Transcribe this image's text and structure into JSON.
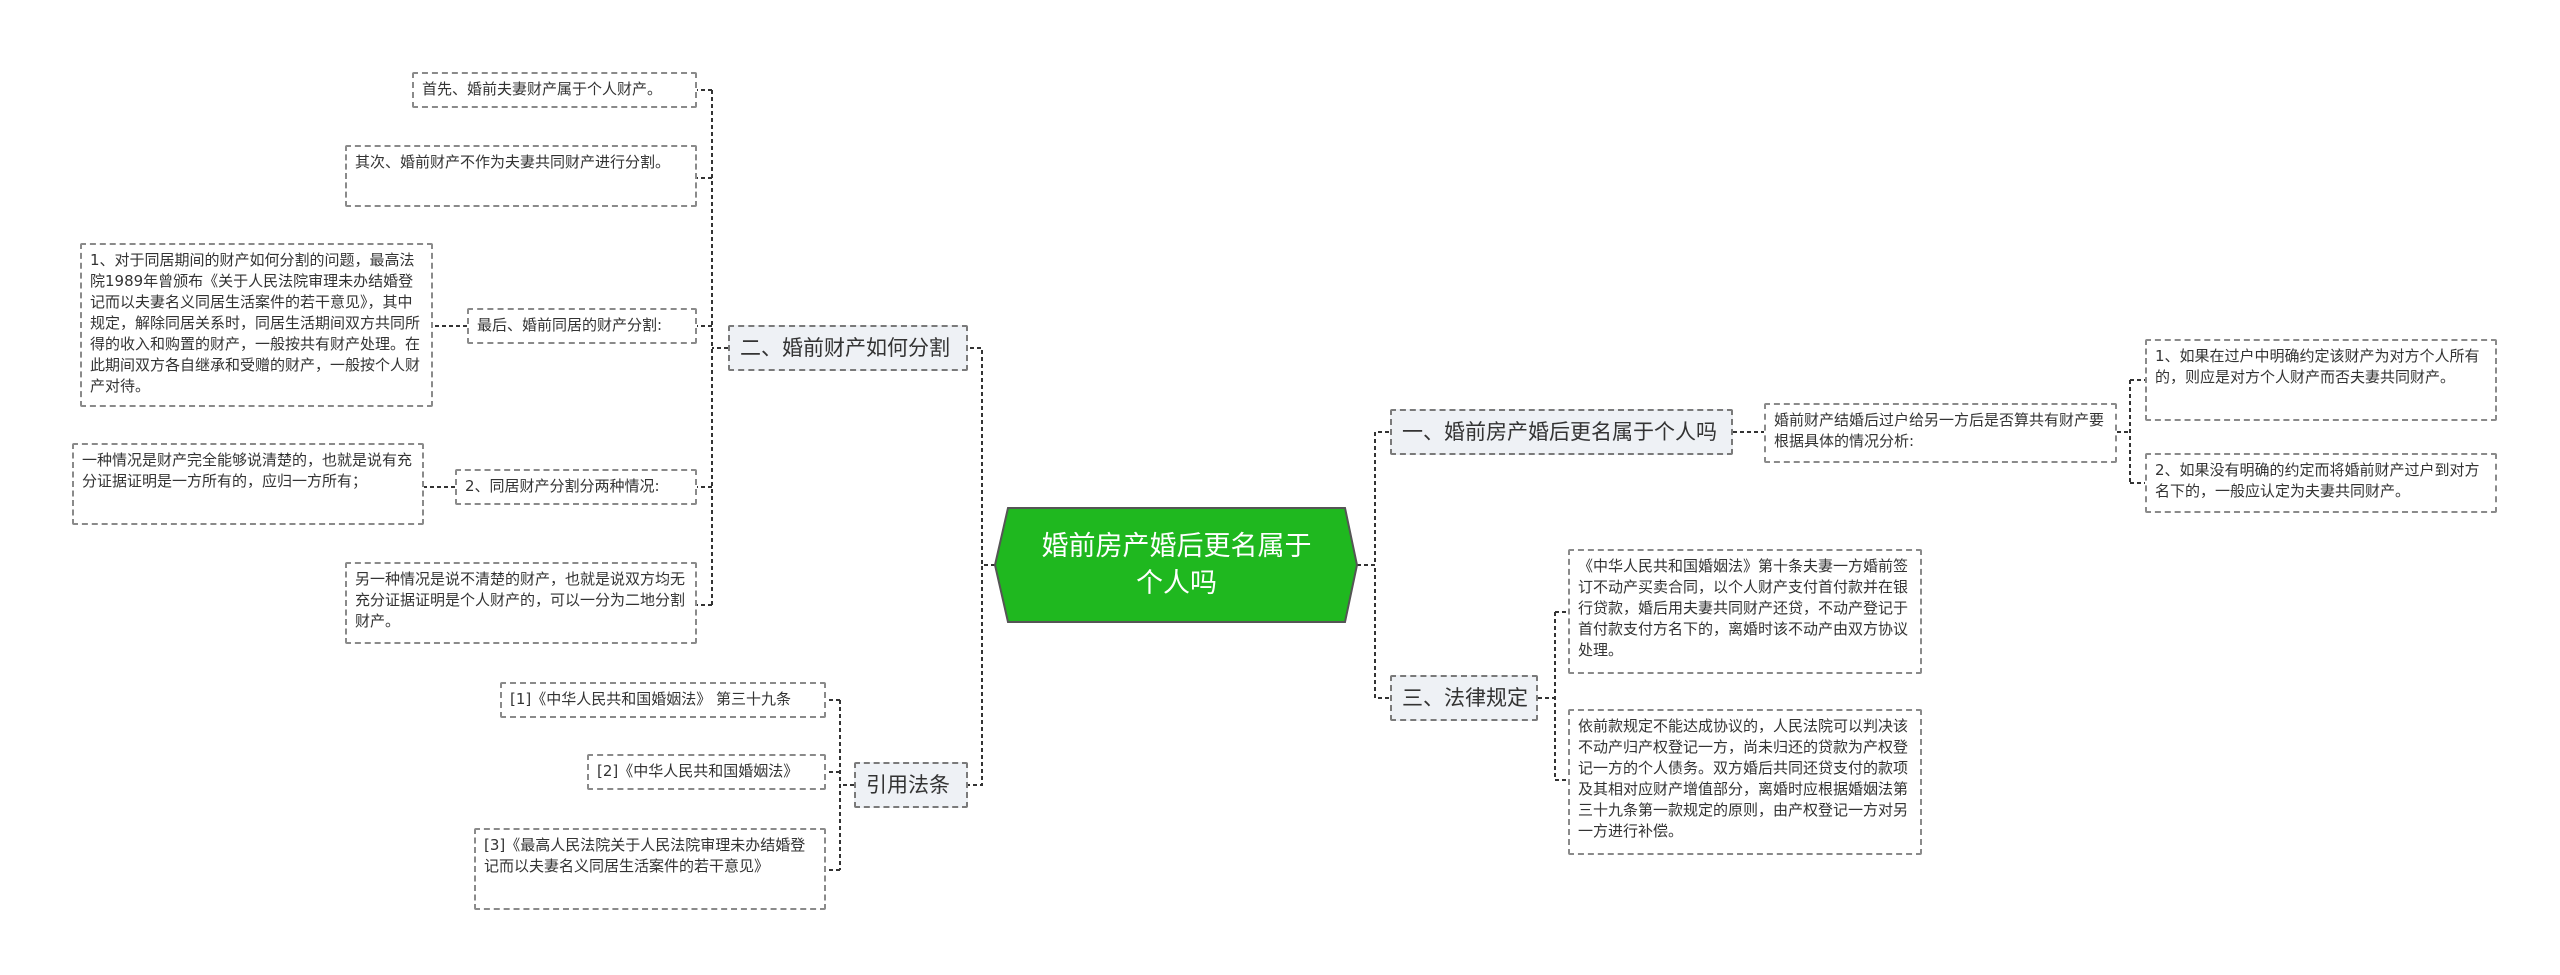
{
  "root": {
    "title": "婚前房产婚后更名属于个人吗"
  },
  "branches": {
    "division": {
      "label": "二、婚前财产如何分割",
      "first": "首先、婚前夫妻财产属于个人财产。",
      "second": "其次、婚前财产不作为夫妻共同财产进行分割。",
      "cohabit": {
        "label": "最后、婚前同居的财产分割:",
        "detail": "1、对于同居期间的财产如何分割的问题，最高法院1989年曾颁布《关于人民法院审理未办结婚登记而以夫妻名义同居生活案件的若干意见》，其中规定，解除同居关系时，同居生活期间双方共同所得的收入和购置的财产，一般按共有财产处理。在此期间双方各自继承和受赠的财产，一般按个人财产对待。"
      },
      "two_cases": {
        "label": "2、同居财产分割分两种情况:",
        "case_one": "一种情况是财产完全能够说清楚的，也就是说有充分证据证明是一方所有的，应归一方所有；"
      },
      "other_case": "另一种情况是说不清楚的财产，也就是说双方均无充分证据证明是个人财产的，可以一分为二地分割财产。"
    },
    "citations": {
      "label": "引用法条",
      "items": [
        "[1]《中华人民共和国婚姻法》 第三十九条",
        "[2]《中华人民共和国婚姻法》",
        "[3]《最高人民法院关于人民法院审理未办结婚登记而以夫妻名义同居生活案件的若干意见》"
      ]
    },
    "question": {
      "label": "一、婚前房产婚后更名属于个人吗",
      "analysis": "婚前财产结婚后过户给另一方后是否算共有财产要根据具体的情况分析:",
      "items": [
        "1、如果在过户中明确约定该财产为对方个人所有的，则应是对方个人财产而否夫妻共同财产。",
        "2、如果没有明确的约定而将婚前财产过户到对方名下的，一般应认定为夫妻共同财产。"
      ]
    },
    "law": {
      "label": "三、法律规定",
      "items": [
        "《中华人民共和国婚姻法》第十条夫妻一方婚前签订不动产买卖合同，以个人财产支付首付款并在银行贷款，婚后用夫妻共同财产还贷，不动产登记于首付款支付方名下的，离婚时该不动产由双方协议处理。",
        "依前款规定不能达成协议的，人民法院可以判决该不动产归产权登记一方，尚未归还的贷款为产权登记一方的个人债务。双方婚后共同还贷支付的款项及其相对应财产增值部分，离婚时应根据婚姻法第三十九条第一款规定的原则，由产权登记一方对另一方进行补偿。"
      ]
    }
  },
  "colors": {
    "root_fill": "#1fb81f",
    "branch_fill": "#eef1f5",
    "line": "#333333",
    "box_border": "#8a8a8a"
  }
}
